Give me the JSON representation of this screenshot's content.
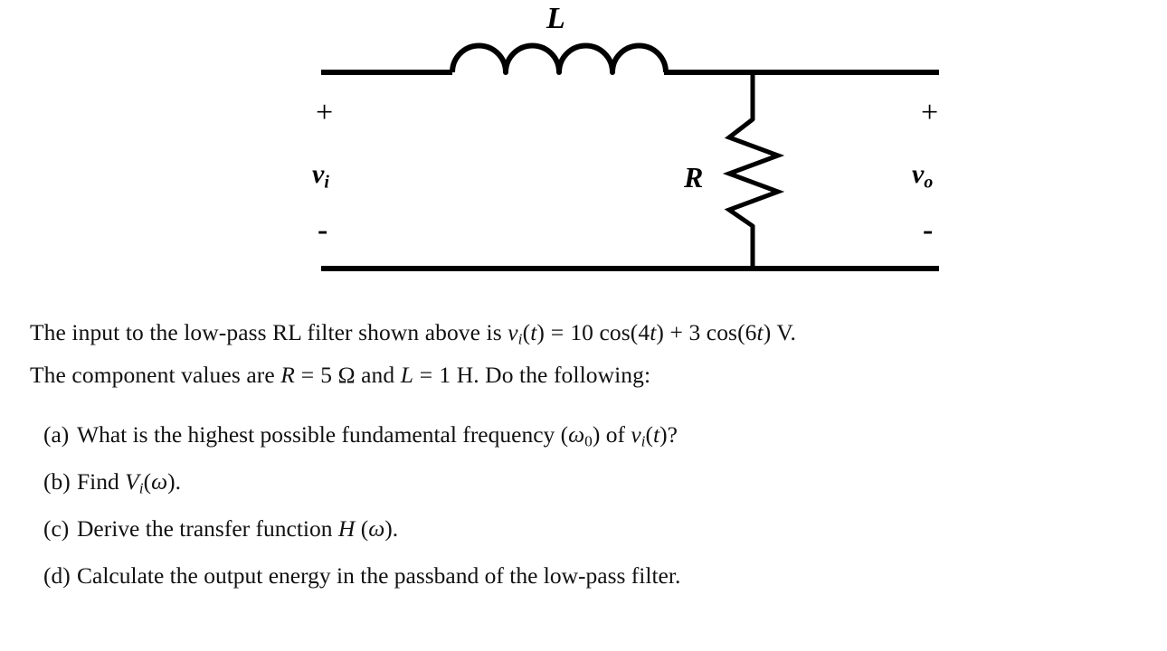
{
  "document": {
    "type": "engineering-problem",
    "figure": {
      "name": "low-pass RL filter circuit",
      "labels": {
        "inductor": "L",
        "resistor": "R",
        "input_voltage": "v",
        "input_voltage_subscript": "i",
        "output_voltage": "v",
        "output_voltage_subscript": "o",
        "input_plus": "+",
        "input_minus": "-",
        "output_plus": "+",
        "output_minus": "-"
      },
      "colors": {
        "wire": "#000000",
        "background": "#ffffff",
        "text": "#111111"
      }
    },
    "statement": {
      "line1": {
        "pre": "The input to the low-pass RL filter shown above is ",
        "var_v": "v",
        "var_v_sub": "i",
        "open_t": "(",
        "var_t": "t",
        "close_t": ")",
        "equals": " = ",
        "amp1": "10",
        "cos1": " cos(",
        "freq1": "4",
        "t1": "t",
        "close1": ")",
        "plus": " + ",
        "amp2": "3",
        "cos2": " cos(",
        "freq2": "6",
        "t2": "t",
        "close2": ")",
        "unit": " V."
      },
      "line2": {
        "pre": "The component values are ",
        "var_R": "R",
        "eq_R": " = ",
        "val_R": "5",
        "unit_R": " Ω",
        "mid": " and ",
        "var_L": "L",
        "eq_L": " = ",
        "val_L": "1",
        "unit_L": " H.",
        "post": " Do the following:"
      }
    },
    "questions": [
      {
        "marker": "(a)",
        "pre": "What is the highest possible fundamental frequency (",
        "sym": "ω",
        "sym_sub": "0",
        "mid": ") of ",
        "var_v": "v",
        "var_v_sub": "i",
        "open_t": "(",
        "var_t": "t",
        "close_t": ")",
        "post": "?"
      },
      {
        "marker": "(b)",
        "pre": "Find ",
        "sym": "V",
        "sym_sub": "i",
        "open_t": "(",
        "var_t": "ω",
        "close_t": ")",
        "post": "."
      },
      {
        "marker": "(c)",
        "pre": "Derive the transfer function ",
        "sym": "H",
        "sym_sub": "",
        "open_t": " (",
        "var_t": "ω",
        "close_t": ")",
        "post": "."
      },
      {
        "marker": "(d)",
        "pre": "Calculate the output energy in the passband of the low-pass filter.",
        "sym": "",
        "sym_sub": "",
        "open_t": "",
        "var_t": "",
        "close_t": "",
        "post": ""
      }
    ]
  }
}
